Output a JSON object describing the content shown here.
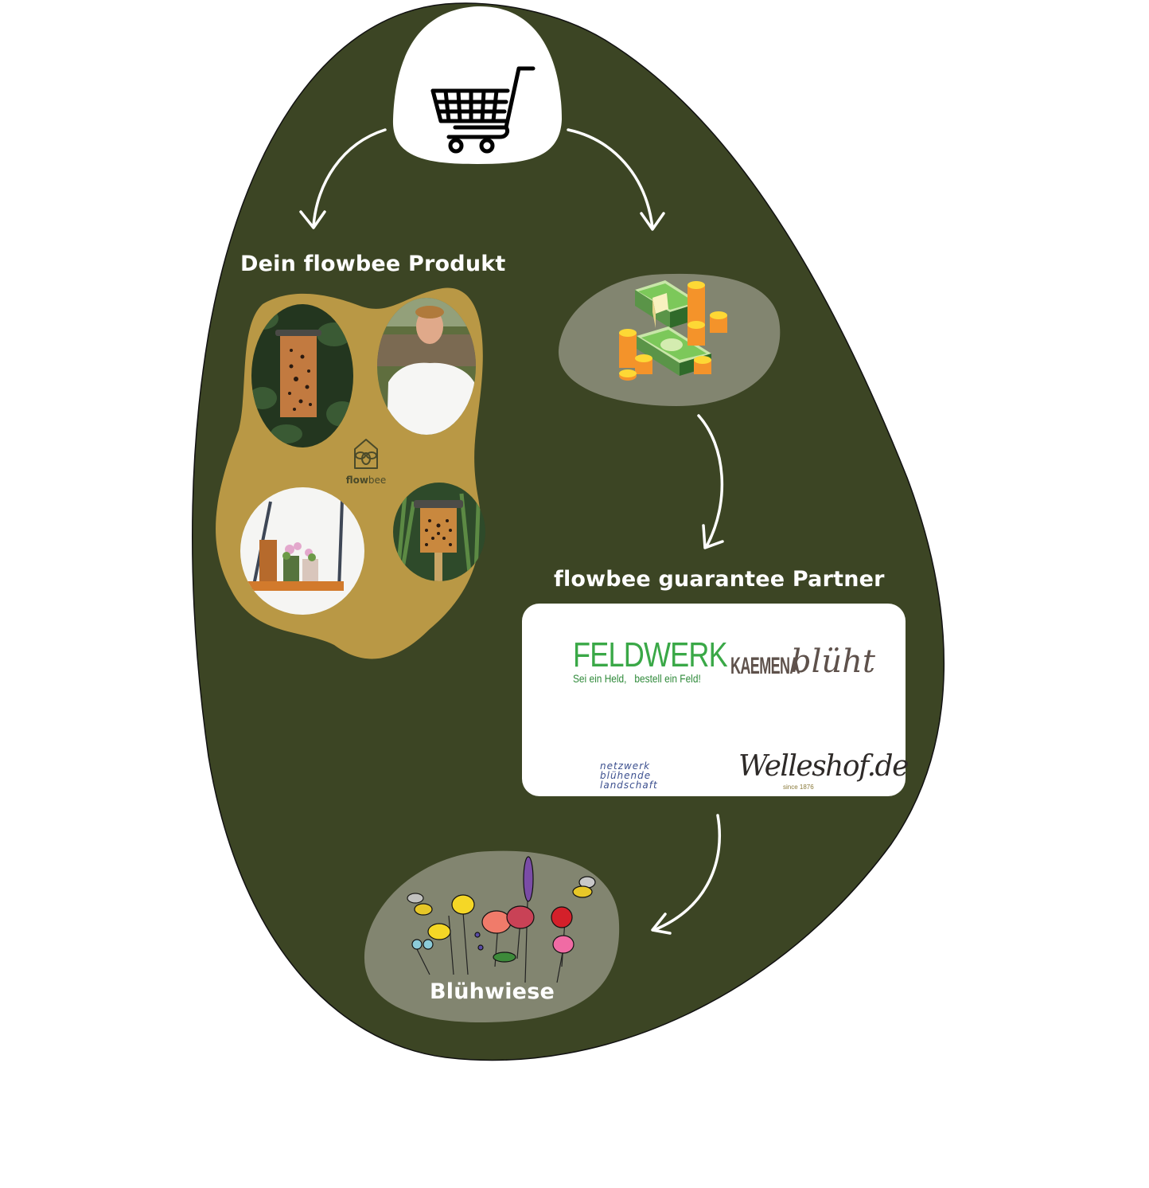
{
  "colors": {
    "background": "#ffffff",
    "main_blob": "#3c4524",
    "product_blob": "#b99845",
    "bubble_gray": "#828570",
    "arrow": "#ffffff",
    "card": "#ffffff"
  },
  "steps": {
    "cart": {
      "icon": "shopping-cart-icon"
    },
    "product": {
      "heading": "Dein flowbee Produkt",
      "logo_text_a": "flow",
      "logo_text_b": "bee"
    },
    "money": {
      "icon": "money-and-coins-icon"
    },
    "partners": {
      "heading": "flowbee guarantee Partner",
      "logos": [
        {
          "name": "FELDWERK",
          "tagline_a": "Sei ein Held,",
          "tagline_b": "bestell ein Feld!"
        },
        {
          "name_a": "KAEMENA",
          "name_b": "blüht"
        },
        {
          "lines": [
            "netzwerk",
            "blühende",
            "landschaft"
          ]
        },
        {
          "name": "Welleshof.de",
          "since": "since 1876"
        }
      ]
    },
    "meadow": {
      "label": "Blühwiese"
    }
  }
}
